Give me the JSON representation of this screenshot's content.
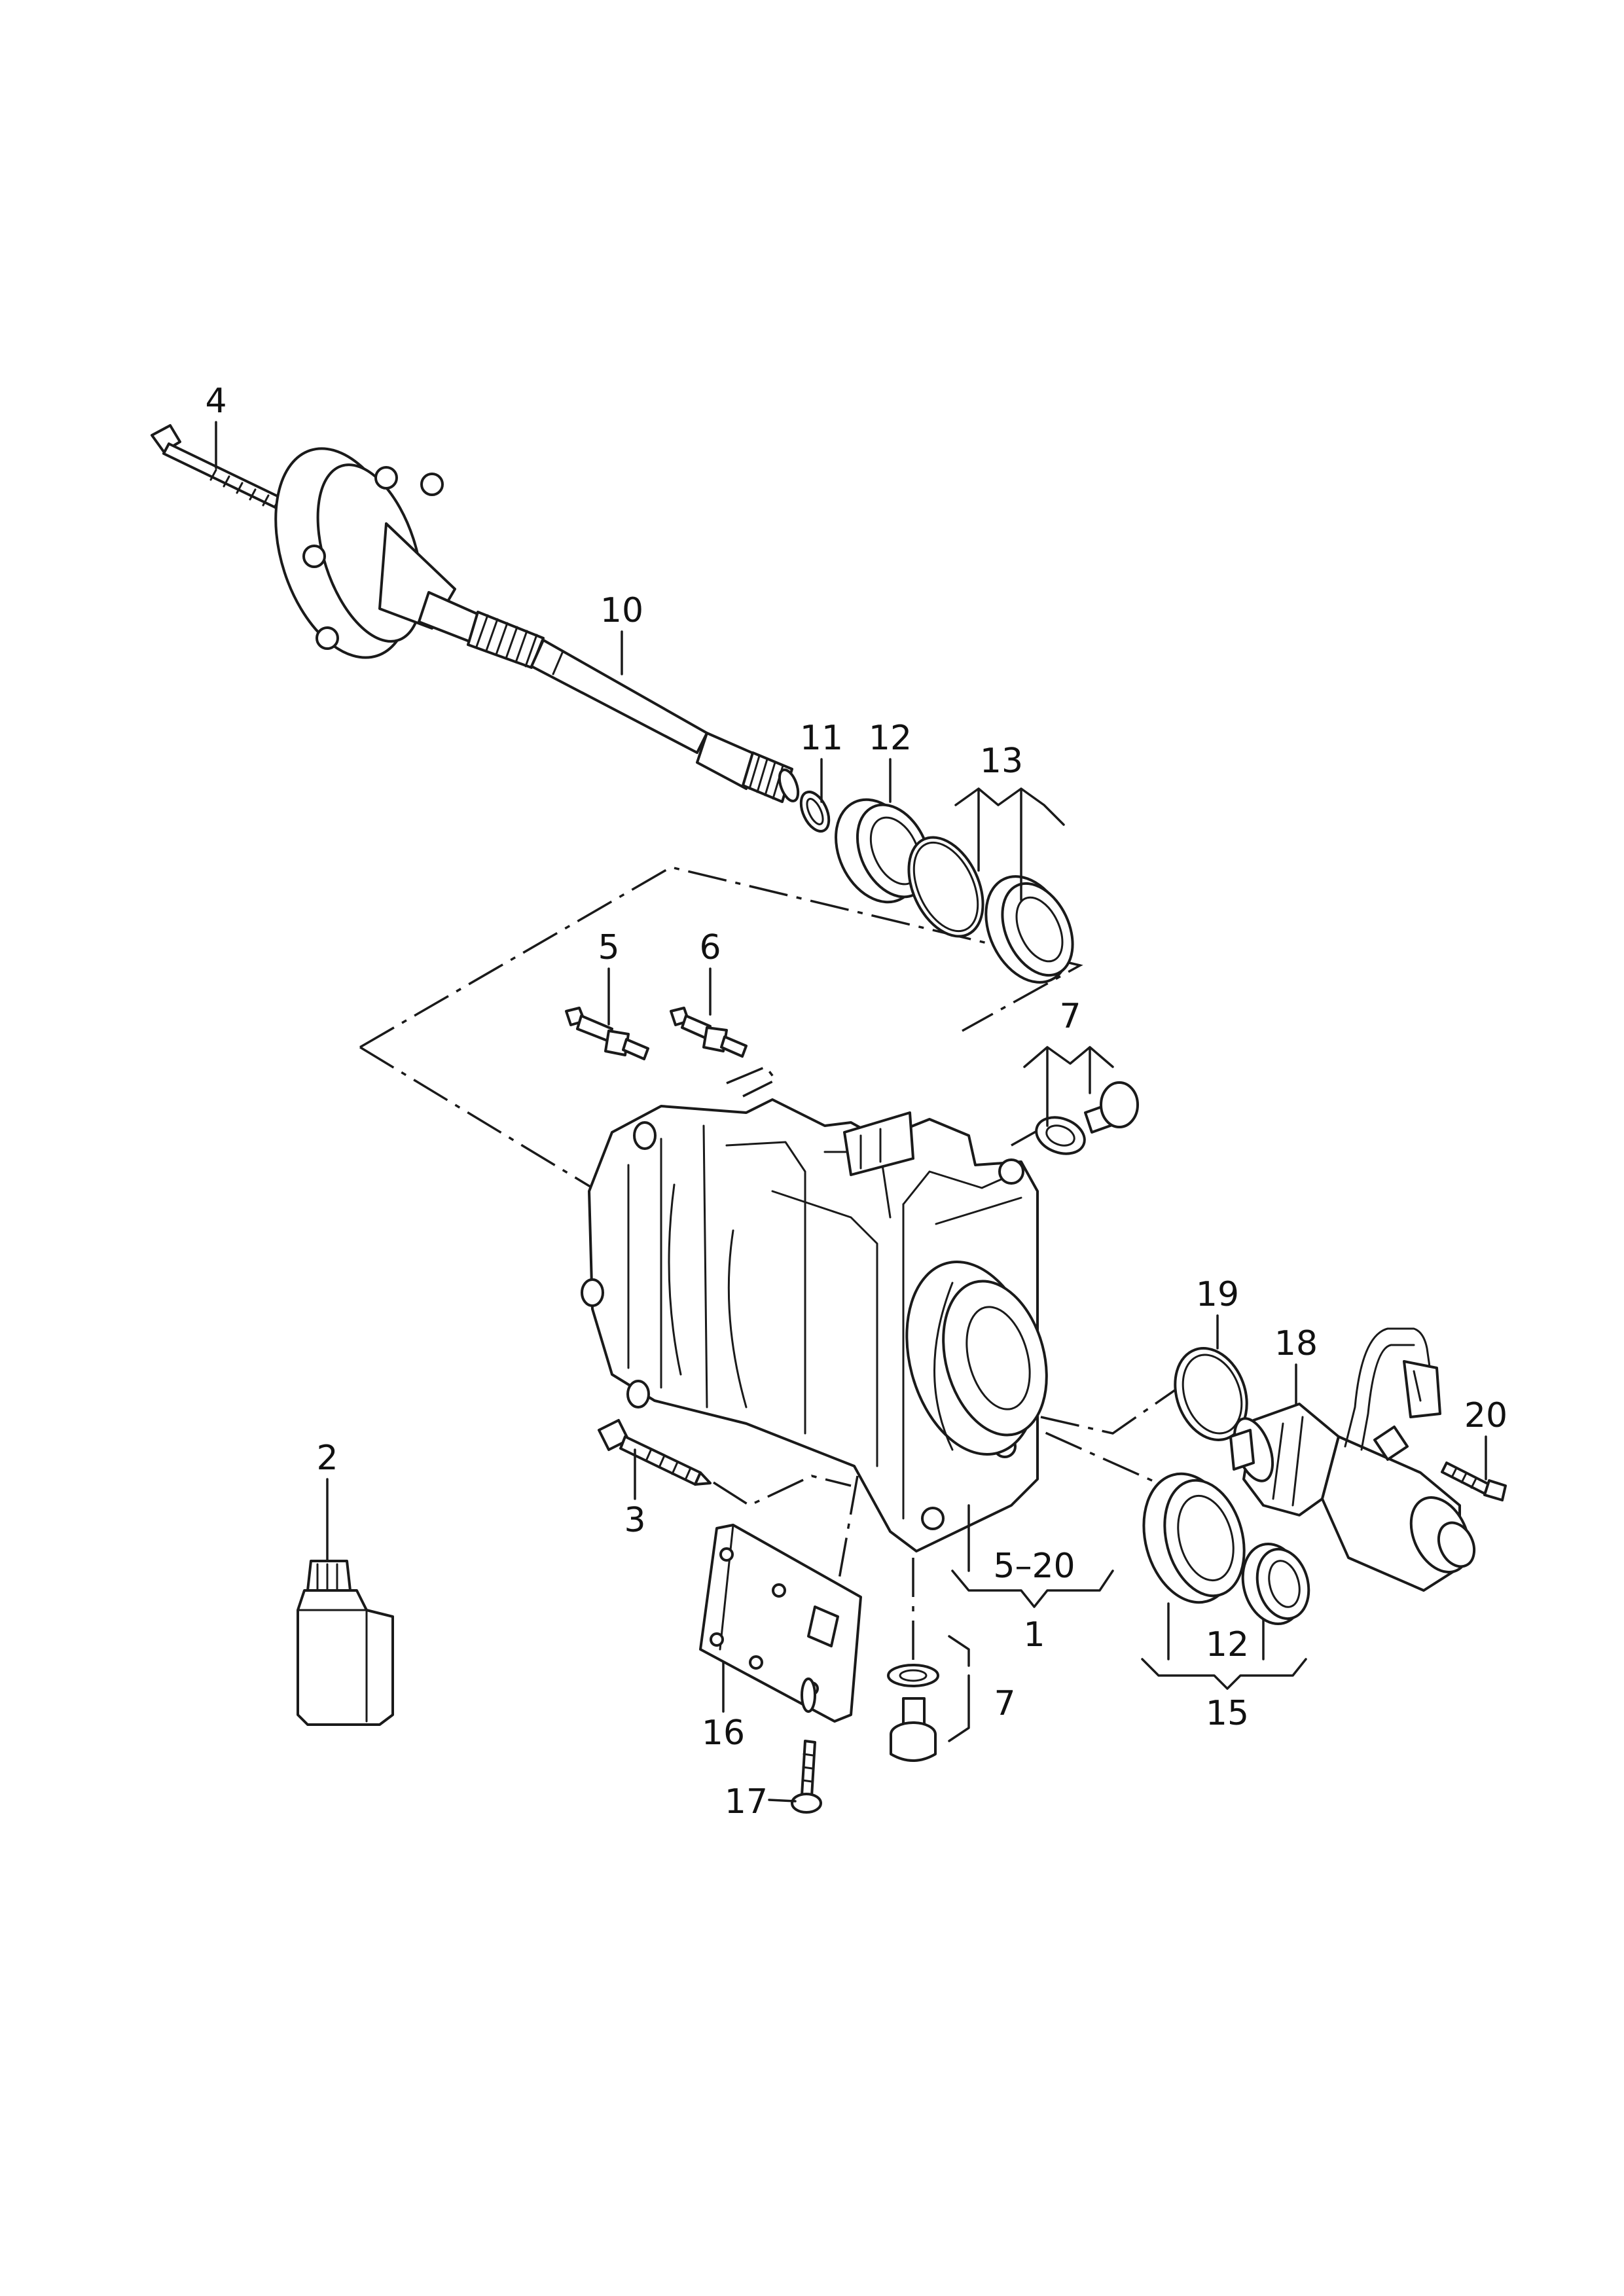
{
  "diagram": {
    "callouts": {
      "c1": "1",
      "c2": "2",
      "c3": "3",
      "c4": "4",
      "c5": "5",
      "c6": "6",
      "c7a": "7",
      "c7b": "7",
      "c10": "10",
      "c11": "11",
      "c12a": "12",
      "c12b": "12",
      "c13": "13",
      "c15": "15",
      "c16": "16",
      "c17": "17",
      "c18": "18",
      "c19": "19",
      "c20": "20",
      "range": "5–20"
    }
  }
}
